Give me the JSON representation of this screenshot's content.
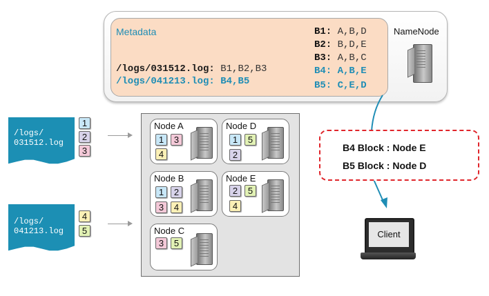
{
  "namenode": {
    "label": "NameNode",
    "metadata_title": "Metadata",
    "files": [
      {
        "path": "/logs/031512.log:",
        "blocks": "B1,B2,B3",
        "highlight": false
      },
      {
        "path": "/logs/041213.log:",
        "blocks": "B4,B5",
        "highlight": true
      }
    ],
    "block_map": [
      {
        "name": "B1:",
        "nodes": "A,B,D",
        "highlight": false
      },
      {
        "name": "B2:",
        "nodes": "B,D,E",
        "highlight": false
      },
      {
        "name": "B3:",
        "nodes": "A,B,C",
        "highlight": false
      },
      {
        "name": "B4:",
        "nodes": "A,B,E",
        "highlight": true
      },
      {
        "name": "B5:",
        "nodes": "C,E,D",
        "highlight": true
      }
    ]
  },
  "files": [
    {
      "label": "/logs/\n031512.log",
      "blocks": [
        "1",
        "2",
        "3"
      ]
    },
    {
      "label": "/logs/\n041213.log",
      "blocks": [
        "4",
        "5"
      ]
    }
  ],
  "datanodes": [
    {
      "name": "Node A",
      "blocks": [
        "1",
        "3",
        "4"
      ]
    },
    {
      "name": "Node D",
      "blocks": [
        "1",
        "5",
        "2"
      ]
    },
    {
      "name": "Node B",
      "blocks": [
        "1",
        "2",
        "3",
        "4"
      ]
    },
    {
      "name": "Node E",
      "blocks": [
        "2",
        "5",
        "4"
      ]
    },
    {
      "name": "Node C",
      "blocks": [
        "3",
        "5"
      ]
    }
  ],
  "response": {
    "lines": [
      "B4 Block : Node E",
      "B5 Block : Node D"
    ]
  },
  "client": {
    "label": "Client"
  },
  "colors": {
    "accent_blue": "#1f8db5",
    "metadata_bg": "#fbdcc4",
    "response_border": "#e0242a",
    "file_blue": "#1c8fb4",
    "block_1": "#c8e7f7",
    "block_2": "#d8d3ea",
    "block_3": "#f4c9d8",
    "block_4": "#fbf0b6",
    "block_5": "#e2f2b5"
  }
}
